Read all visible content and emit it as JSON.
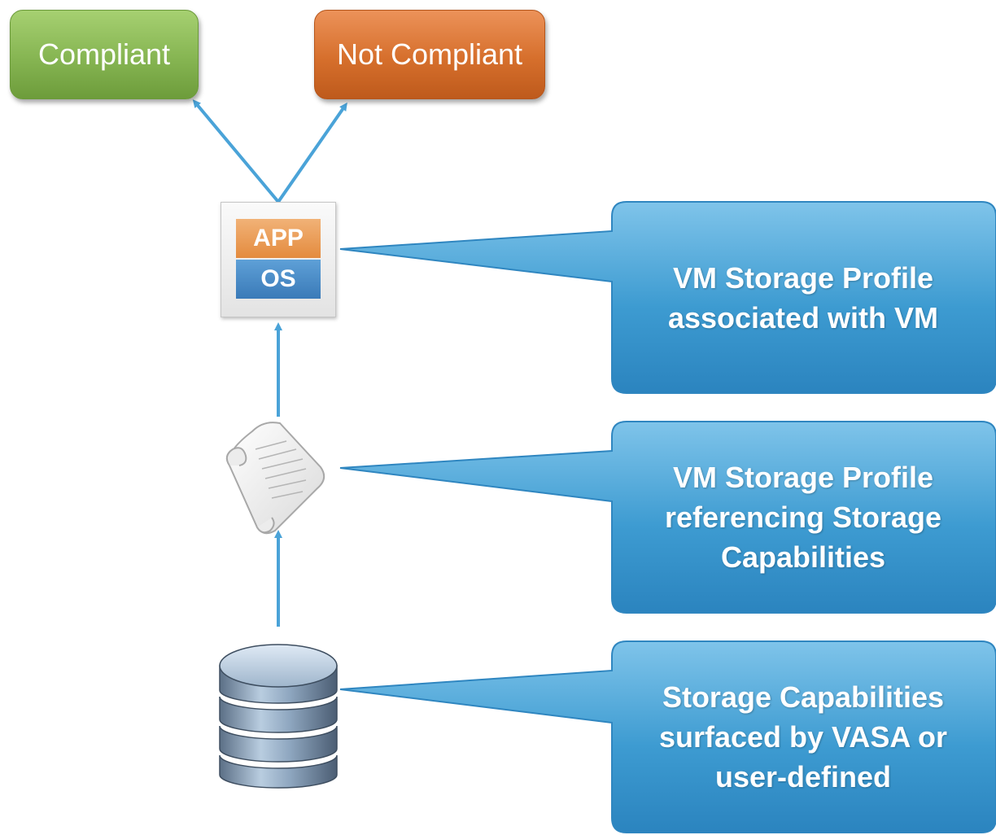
{
  "compliance": {
    "compliant_label": "Compliant",
    "noncompliant_label": "Not Compliant",
    "compliant_color": "#86b552",
    "noncompliant_color": "#d66f2c"
  },
  "vm_icon": {
    "app_label": "APP",
    "os_label": "OS"
  },
  "callouts": [
    {
      "text": "VM Storage Profile\nassociated with VM"
    },
    {
      "text": "VM Storage Profile\nreferencing Storage\nCapabilities"
    },
    {
      "text": "Storage Capabilities\nsurfaced by VASA or\nuser-defined"
    }
  ],
  "icons": [
    "vm-icon",
    "document-scroll-icon",
    "database-icon"
  ],
  "colors": {
    "connector": "#4aa3d8",
    "callout": "#3d9bd1"
  }
}
